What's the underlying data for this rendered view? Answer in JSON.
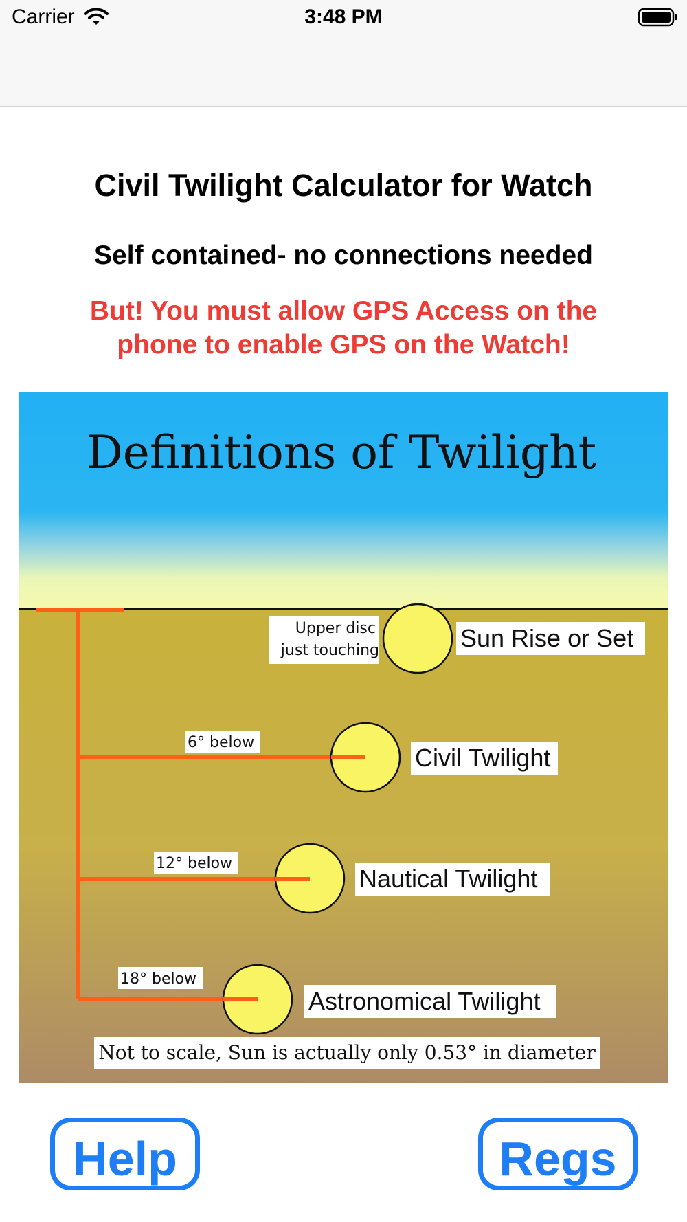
{
  "status_bar": {
    "carrier": "Carrier",
    "time": "3:48 PM"
  },
  "header": {
    "title": "Civil Twilight Calculator for Watch",
    "subtitle": "Self contained- no connections needed",
    "warning": "But!  You must allow GPS Access on the phone to enable GPS on the Watch!"
  },
  "illustration": {
    "heading": "Definitions of Twilight",
    "upper_disc_line1": "Upper disc",
    "upper_disc_line2": "just touching",
    "labels": {
      "sunrise": "Sun Rise or Set",
      "civil": "Civil Twilight",
      "nautical": "Nautical Twilight",
      "astronomical": "Astronomical Twilight"
    },
    "angles": {
      "civil": "6° below",
      "nautical": "12° below",
      "astronomical": "18° below"
    },
    "footnote": "Not to scale, Sun is actually only 0.53° in diameter",
    "colors": {
      "sky": "#22b0f4",
      "horizon_glow": "#f2f8b2",
      "ground": "#c9b13c",
      "ground_bottom": "#ad8b66",
      "sun": "#f8f463",
      "line": "#ff6018"
    }
  },
  "buttons": {
    "help": "Help",
    "regs": "Regs"
  },
  "colors": {
    "accent": "#1e7ef5",
    "warning": "#ef3b36"
  }
}
